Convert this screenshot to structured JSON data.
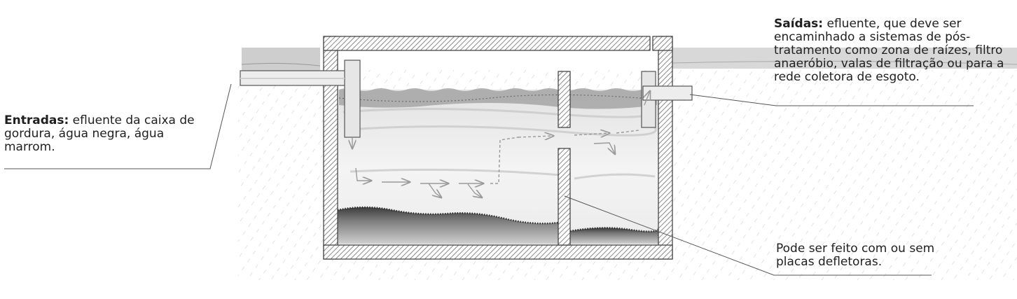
{
  "labels": {
    "inputs_title": "Entradas:",
    "inputs_text": "efluente da caixa de gordura, água negra, água marrom.",
    "outputs_title": "Saídas:",
    "outputs_text": "efluente, que deve ser encaminhado a sistemas de pós-tratamento como zona de raízes, filtro anaeróbio, valas de filtração ou para a rede coletora de esgoto.",
    "baffles_text": "Pode ser feito com ou sem placas defletoras."
  },
  "colors": {
    "hatch": "#7a7a7a",
    "ground": "#cfcfcf",
    "sludge": "#4a4a4a",
    "scum": "#8a8a8a",
    "leader": "#555555"
  }
}
